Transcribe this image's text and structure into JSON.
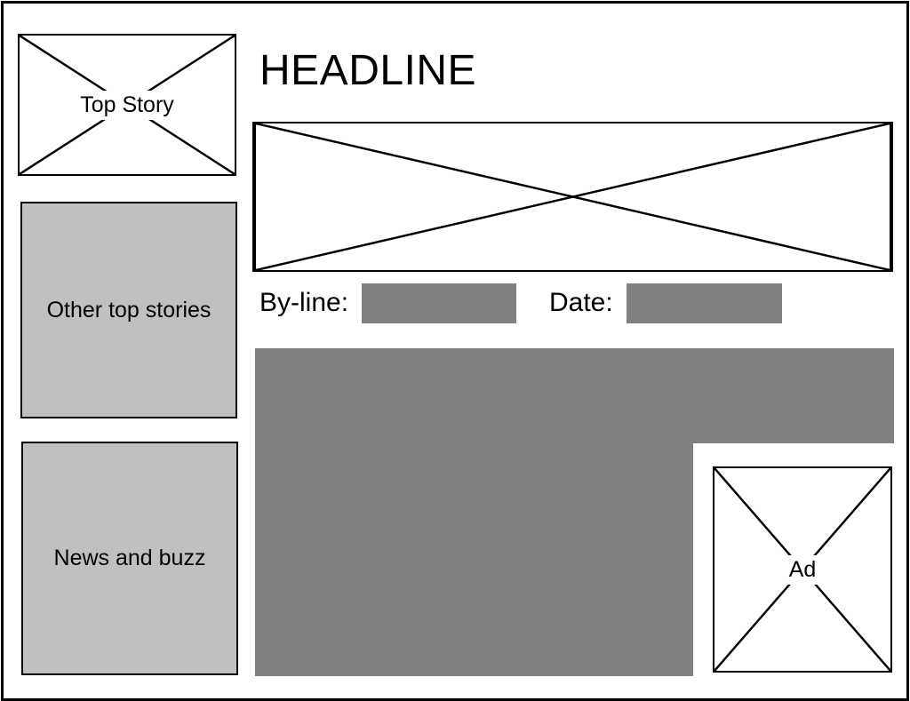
{
  "top_story": {
    "label": "Top Story"
  },
  "other_top_stories": {
    "label": "Other top stories"
  },
  "news_and_buzz": {
    "label": "News and buzz"
  },
  "headline": {
    "text": "HEADLINE"
  },
  "byline": {
    "label": "By-line:"
  },
  "date": {
    "label": "Date:"
  },
  "ad": {
    "label": "Ad"
  },
  "colors": {
    "panel_gray": "#c0c0c0",
    "placeholder_gray": "#808080",
    "outline": "#000000"
  }
}
